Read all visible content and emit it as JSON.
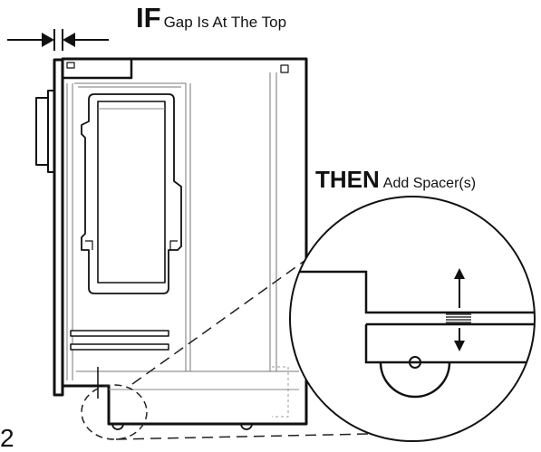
{
  "header": {
    "condition_keyword": "IF",
    "condition_text": "Gap Is At The Top"
  },
  "action": {
    "keyword": "THEN",
    "text": "Add Spacer(s)"
  },
  "step": {
    "number": "2"
  }
}
